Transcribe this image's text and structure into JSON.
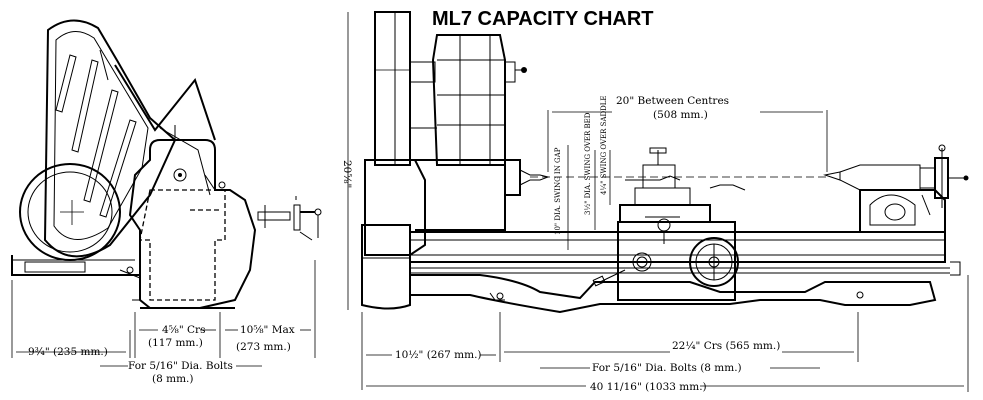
{
  "title": "ML7 CAPACITY CHART",
  "dimensions": {
    "left_length": "9¾\" (235 mm.)",
    "centres_small": "4⅝\" Crs",
    "centres_small_mm": "(117 mm.)",
    "max": "10⅝\" Max",
    "max_mm": "(273 mm.)",
    "bolts_left": "For 5/16\" Dia. Bolts",
    "bolts_left_mm": "(8 mm.)",
    "between_centres": "20\" Between Centres",
    "between_centres_mm": "(508 mm.)",
    "height": "20⅝\"",
    "dia_swing_gap": "10\" DIA. SWING IN GAP",
    "dia_swing_bed": "3½\" DIA. SWING OVER BED",
    "swing_saddle": "4¼\" SWING OVER SADDLE",
    "left_bottom": "10½\" (267 mm.)",
    "centres_large": "22¼\" Crs (565 mm.)",
    "bolts_right": "For 5/16\" Dia. Bolts (8 mm.)",
    "overall": "40 11/16\" (1033 mm.)"
  }
}
